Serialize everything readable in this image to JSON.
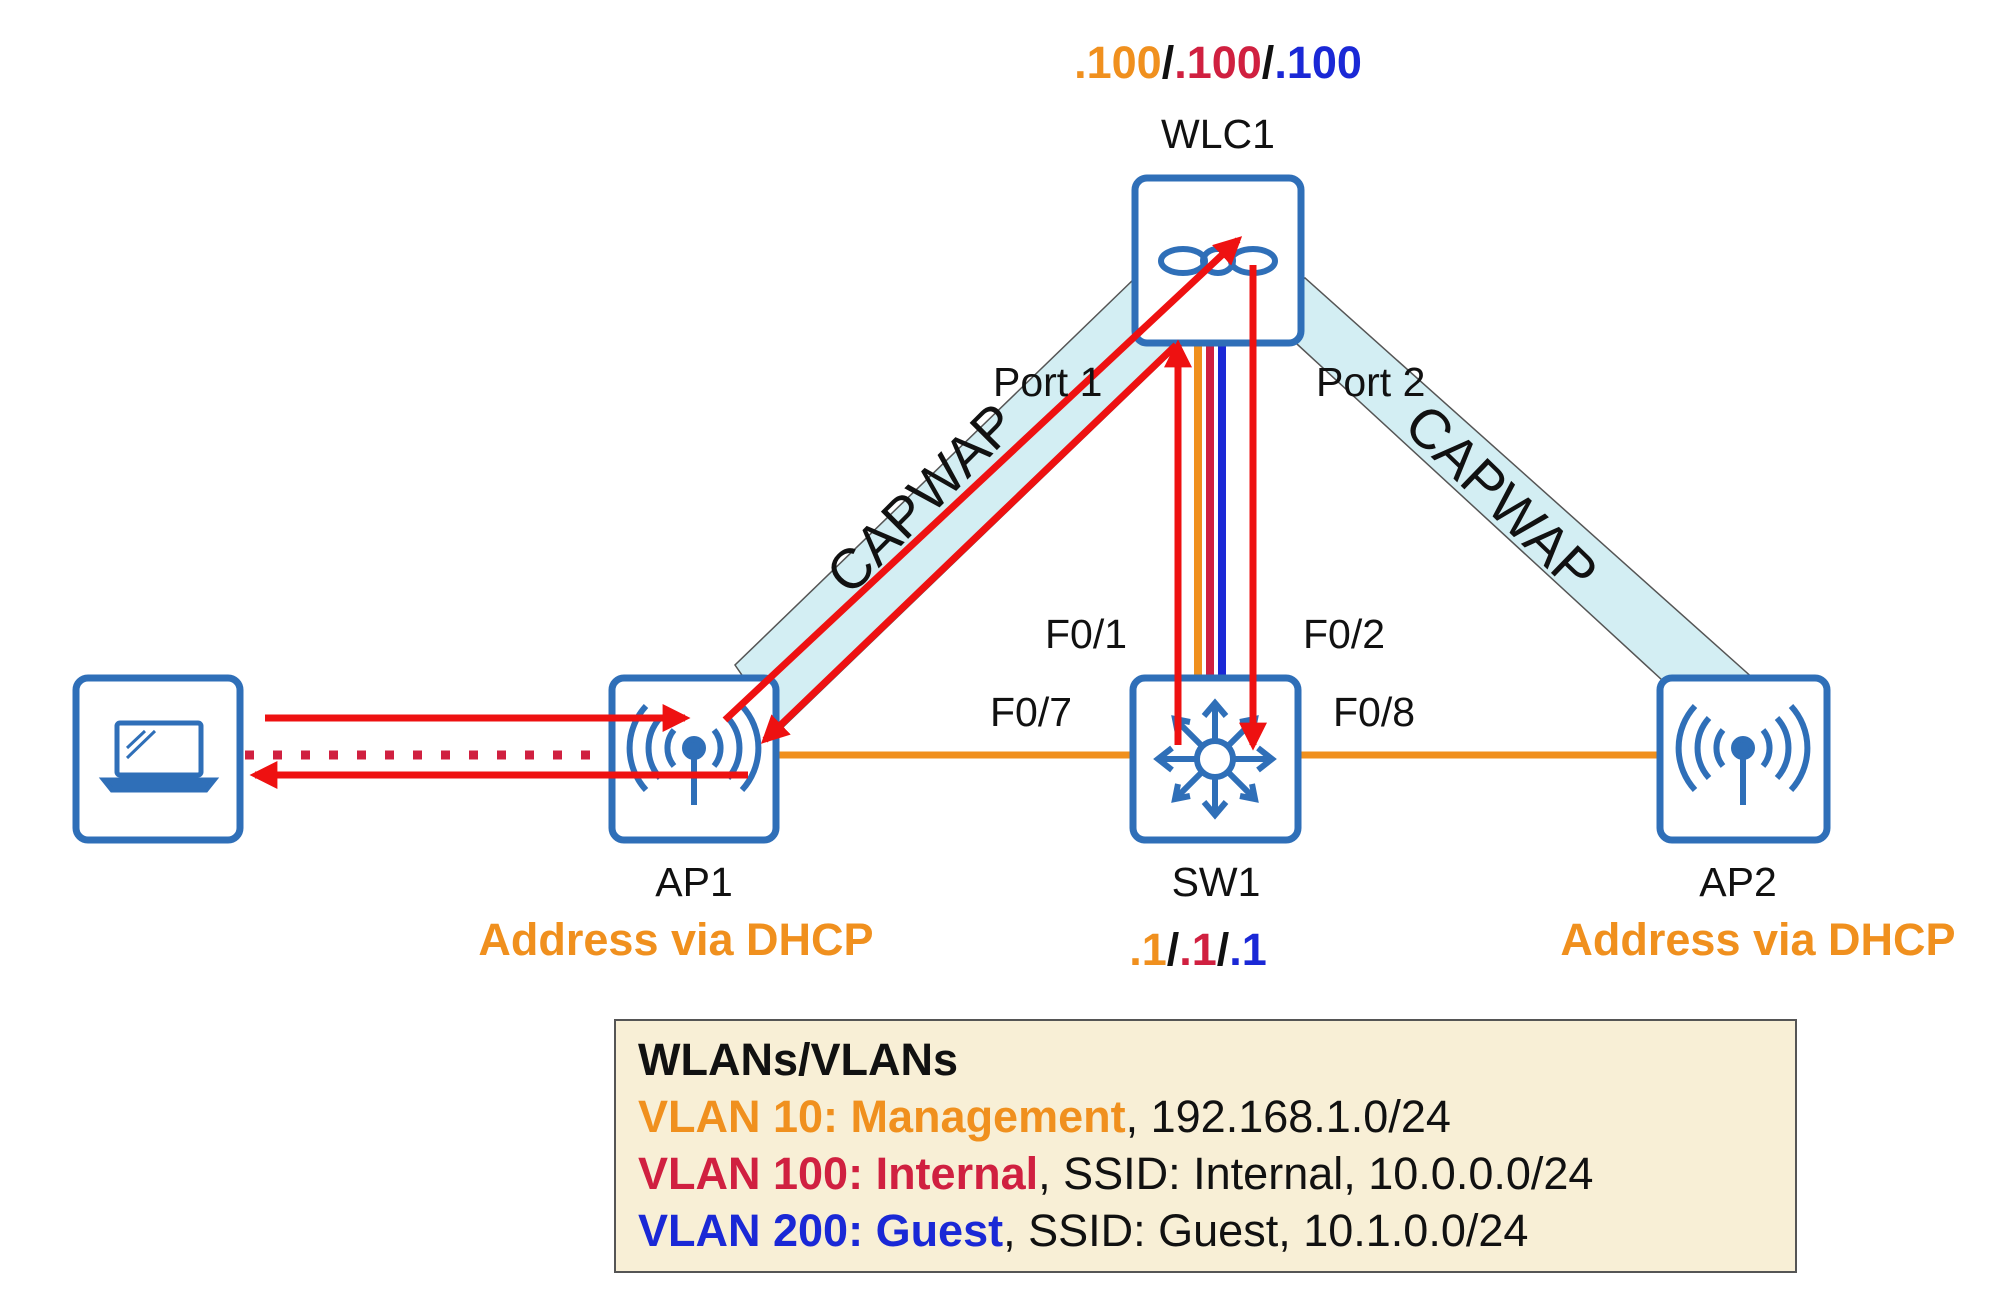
{
  "colors": {
    "mgmt": "#f0901e",
    "internal": "#d02040",
    "guest": "#1a28d6",
    "device": "#2f6fb8",
    "arrow": "#ee1111",
    "tunnel": "#d3eef3"
  },
  "wlc": {
    "name": "WLC1",
    "addr_mgmt": ".100",
    "addr_internal": ".100",
    "addr_guest": ".100",
    "sep": "/",
    "icon": "wireless-controller-icon"
  },
  "sw": {
    "name": "SW1",
    "addr_mgmt": ".1",
    "addr_internal": ".1",
    "addr_guest": ".1",
    "sep": "/",
    "icon": "multilayer-switch-icon"
  },
  "ap1": {
    "name": "AP1",
    "address": "Address via DHCP",
    "icon": "access-point-icon"
  },
  "ap2": {
    "name": "AP2",
    "address": "Address via DHCP",
    "icon": "access-point-icon"
  },
  "laptop": {
    "icon": "laptop-icon"
  },
  "ports": {
    "wlc_port1": "Port 1",
    "wlc_port2": "Port 2",
    "sw_f01": "F0/1",
    "sw_f02": "F0/2",
    "sw_f07": "F0/7",
    "sw_f08": "F0/8"
  },
  "tunnels": {
    "left": "CAPWAP",
    "right": "CAPWAP"
  },
  "legend": {
    "title": "WLANs/VLANs",
    "rows": [
      {
        "key": "VLAN 10: Management",
        "rest": ", 192.168.1.0/24"
      },
      {
        "key": "VLAN 100: Internal",
        "rest": ", SSID: Internal, 10.0.0.0/24"
      },
      {
        "key": "VLAN 200: Guest",
        "rest": ", SSID: Guest, 10.1.0.0/24"
      }
    ]
  }
}
